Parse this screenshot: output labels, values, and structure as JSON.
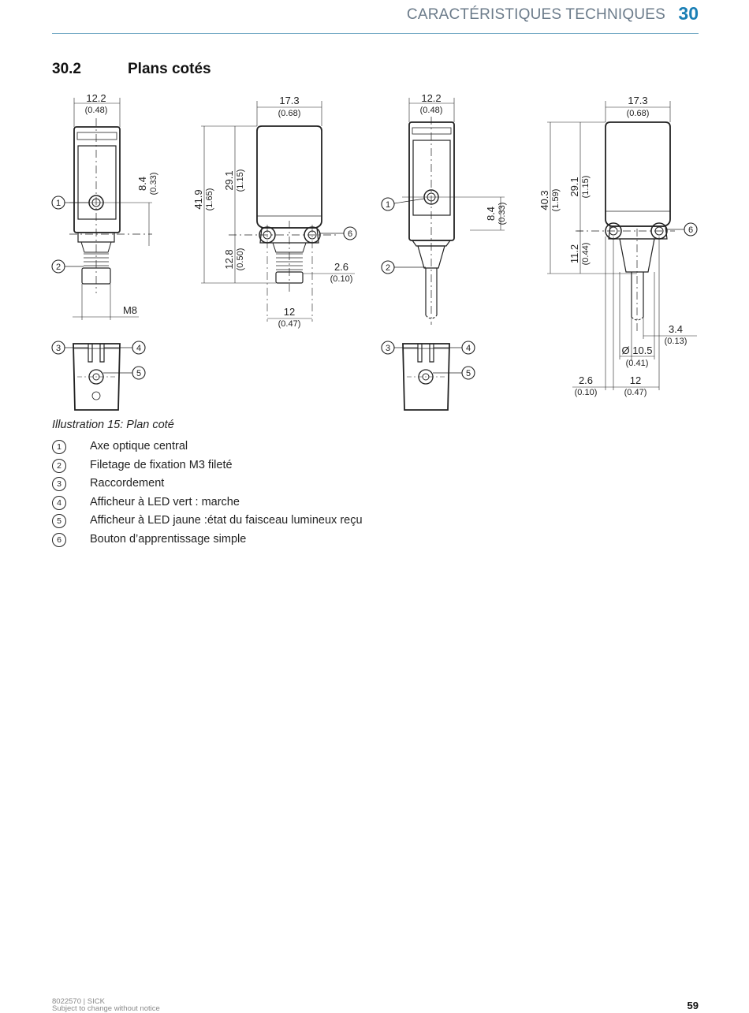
{
  "header": {
    "title": "CARACTÉRISTIQUES TECHNIQUES",
    "chapter": "30"
  },
  "section": {
    "number": "30.2",
    "title": "Plans cotés"
  },
  "drawing": {
    "callouts": [
      "1",
      "2",
      "3",
      "4",
      "5",
      "6"
    ],
    "dims": {
      "w12_2a": "12.2",
      "w12_2a_in": "(0.48)",
      "h8_4a": "8.4",
      "h8_4a_in": "(0.33)",
      "m8": "M8",
      "w17_3a": "17.3",
      "w17_3a_in": "(0.68)",
      "h41_9": "41.9",
      "h41_9_in": "(1.65)",
      "h29_1a": "29.1",
      "h29_1a_in": "(1.15)",
      "h12_8": "12.8",
      "h12_8_in": "(0.50)",
      "w2_6a": "2.6",
      "w2_6a_in": "(0.10)",
      "w12a": "12",
      "w12a_in": "(0.47)",
      "w12_2b": "12.2",
      "w12_2b_in": "(0.48)",
      "h8_4b": "8.4",
      "h8_4b_in": "(0.33)",
      "w17_3b": "17.3",
      "w17_3b_in": "(0.68)",
      "h40_3": "40.3",
      "h40_3_in": "(1.59)",
      "h29_1b": "29.1",
      "h29_1b_in": "(1.15)",
      "h11_2": "11.2",
      "h11_2_in": "(0.44)",
      "w3_4": "3.4",
      "w3_4_in": "(0.13)",
      "d10_5": "Ø 10.5",
      "d10_5_in": "(0.41)",
      "w2_6b": "2.6",
      "w2_6b_in": "(0.10)",
      "w12b": "12",
      "w12b_in": "(0.47)"
    }
  },
  "caption": "Illustration 15: Plan coté",
  "legend": [
    {
      "num": "1",
      "text": "Axe optique central"
    },
    {
      "num": "2",
      "text": "Filetage de fixation M3 fileté"
    },
    {
      "num": "3",
      "text": "Raccordement"
    },
    {
      "num": "4",
      "text": "Afficheur à LED vert : marche"
    },
    {
      "num": "5",
      "text": "Afficheur à LED jaune :état du faisceau lumineux reçu"
    },
    {
      "num": "6",
      "text": "Bouton d’apprentissage simple"
    }
  ],
  "footer": {
    "doc": "8022570 | SICK",
    "notice": "Subject to change without notice",
    "page": "59"
  }
}
